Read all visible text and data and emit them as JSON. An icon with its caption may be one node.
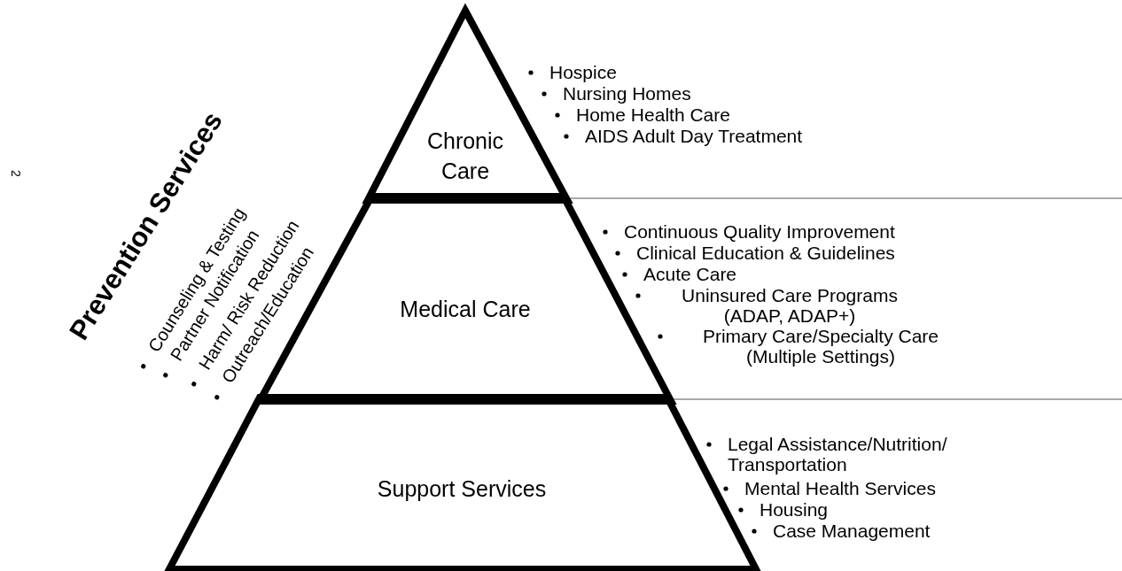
{
  "diagram": {
    "nodes": [
      {
        "text": [
          "Chronic Care"
        ],
        "beside": [
          "Hospice",
          "Nursing Homes",
          "Home Health Care",
          "AIDS Adult Day Treatment"
        ]
      },
      {
        "text": [
          "Medical Care"
        ],
        "beside": [
          "Continuous Quality Improvement",
          "Clinical Education & Guidelines",
          "Acute Care",
          "Uninsured Care Programs (ADAP, ADAP+)",
          "Primary Care/Specialty Care (Multiple Settings)"
        ]
      },
      {
        "text": [
          "Support Services"
        ],
        "beside": [
          "Legal Assistance/Nutrition/ Transportation",
          "Mental Health Services",
          "Housing",
          "Case Management"
        ]
      }
    ],
    "labels": [
      "2",
      "Prevention Services",
      "Counseling & Testing",
      "Partner Notification",
      "Harm/ Risk Reduction",
      "Outreach/Education"
    ]
  }
}
